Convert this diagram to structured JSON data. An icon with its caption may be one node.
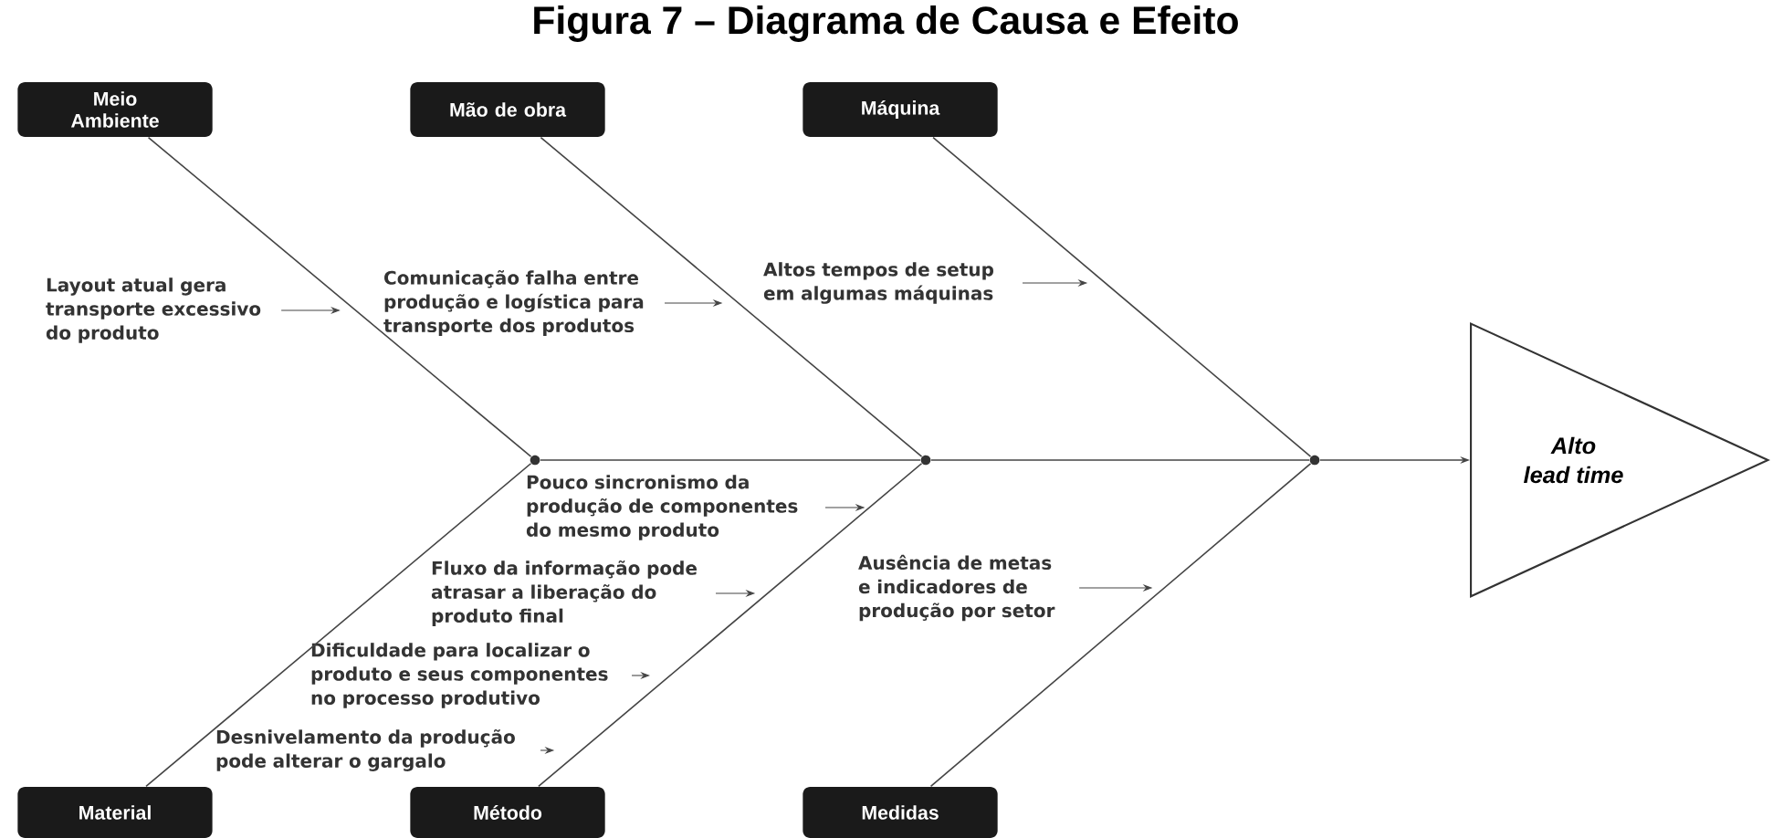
{
  "diagram": {
    "title": "Figura 7 – Diagrama de Causa e Efeito",
    "nodes": [
      {
        "text": [
          "Meio Ambiente"
        ]
      },
      {
        "text": [
          "Mão de obra"
        ]
      },
      {
        "text": [
          "Máquina"
        ]
      },
      {
        "text": [
          "Material"
        ]
      },
      {
        "text": [
          "Método"
        ]
      },
      {
        "text": [
          "Medidas"
        ]
      },
      {
        "text": [
          "Alto lead time"
        ]
      },
      {
        "text": [],
        "shape": "circle"
      },
      {
        "text": [],
        "shape": "circle"
      },
      {
        "text": [],
        "shape": "circle"
      },
      {
        "text": [
          "Layout atual gera transporte excessivo do produto"
        ]
      },
      {
        "text": [
          "Comunicação falha entre produção e logística para transporte dos produtos"
        ]
      },
      {
        "text": [
          "Altos tempos de setup em algumas máquinas"
        ]
      },
      {
        "text": [
          "Pouco sincronismo da produção de componentes do mesmo produto"
        ]
      },
      {
        "text": [
          "Fluxo da informação pode atrasar a liberação do produto final"
        ]
      },
      {
        "text": [
          "Dificuldade para localizar o produto e seus componentes no processo produtivo"
        ]
      },
      {
        "text": [
          "Desnivelamento da produção pode alterar o gargalo"
        ]
      },
      {
        "text": [
          "Ausência de metas e indicadores de produção por setor"
        ]
      }
    ],
    "edges": [
      {
        "from": 0,
        "to": 7,
        "arrow": "none"
      },
      {
        "from": 3,
        "to": 7,
        "arrow": "none"
      },
      {
        "from": 1,
        "to": 8,
        "arrow": "none"
      },
      {
        "from": 4,
        "to": 8,
        "arrow": "none"
      },
      {
        "from": 2,
        "to": 9,
        "arrow": "none"
      },
      {
        "from": 5,
        "to": 9,
        "arrow": "none"
      },
      {
        "from": 7,
        "to": 8,
        "arrow": "none"
      },
      {
        "from": 8,
        "to": 9,
        "arrow": "none"
      },
      {
        "from": 9,
        "to": 6,
        "arrow": "to"
      },
      {
        "from": 10,
        "to": null,
        "arrow": "to"
      },
      {
        "from": 11,
        "to": null,
        "arrow": "to"
      },
      {
        "from": 12,
        "to": null,
        "arrow": "to"
      },
      {
        "from": 13,
        "to": null,
        "arrow": "to"
      },
      {
        "from": 14,
        "to": null,
        "arrow": "to"
      },
      {
        "from": 15,
        "to": null,
        "arrow": "to"
      },
      {
        "from": 16,
        "to": null,
        "arrow": "to"
      },
      {
        "from": 17,
        "to": null,
        "arrow": "to"
      }
    ]
  }
}
